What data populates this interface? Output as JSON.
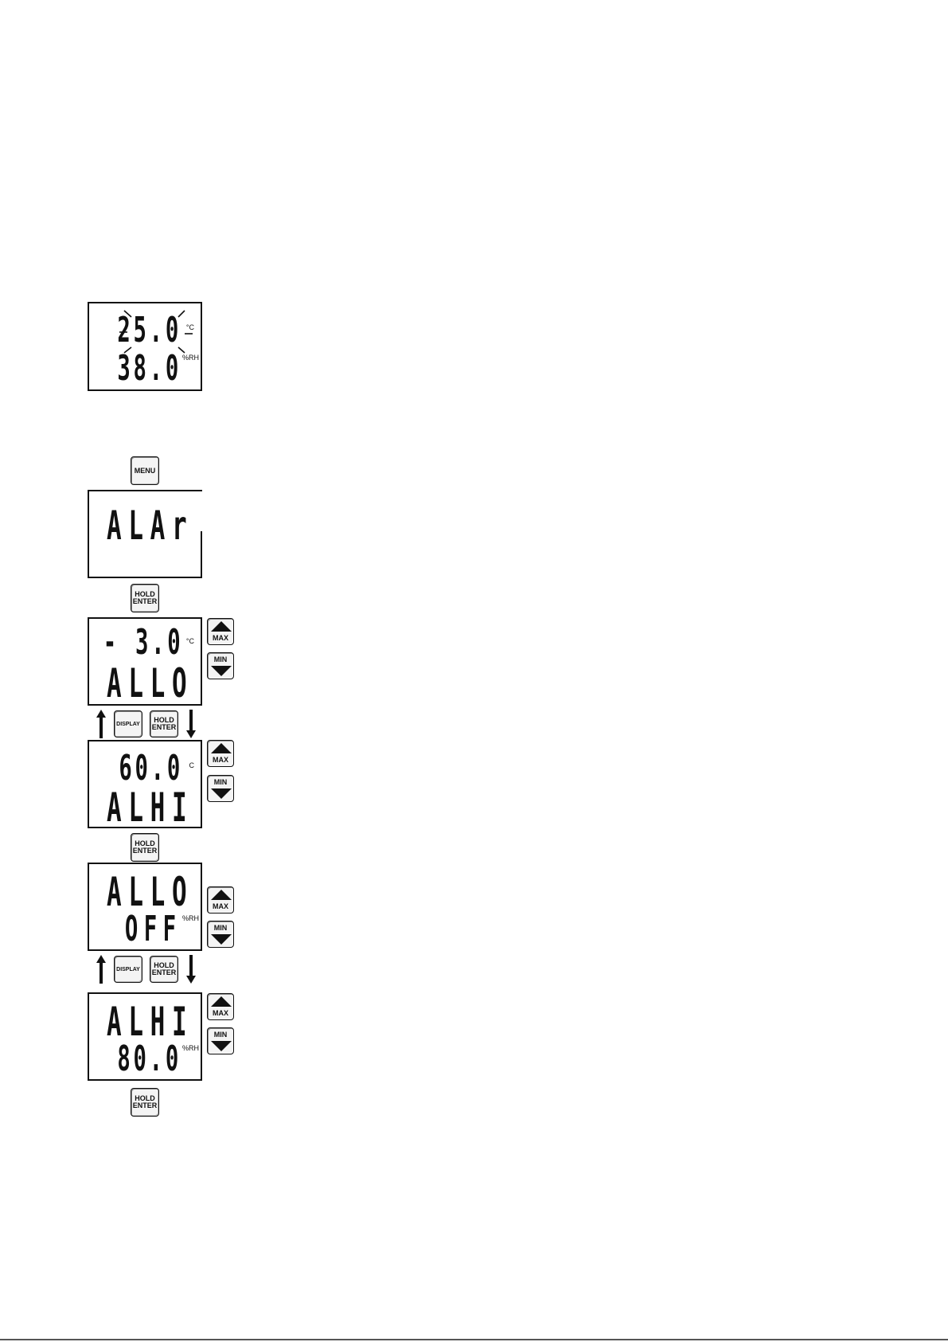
{
  "screens": {
    "main": {
      "temp": "25.0",
      "temp_unit": "°C",
      "humidity": "38.0",
      "humidity_unit": "%RH"
    },
    "alarm_menu": {
      "text": "ALAr"
    },
    "temp_alarm_low": {
      "value": "- 3.0",
      "unit": "°C",
      "label": "ALLO"
    },
    "temp_alarm_high": {
      "value": "60.0",
      "unit": "C",
      "label": "ALHI"
    },
    "rh_alarm_low": {
      "label": "ALLO",
      "value": "OFF",
      "unit": "%RH"
    },
    "rh_alarm_high": {
      "label": "ALHI",
      "value": "80.0",
      "unit": "%RH"
    }
  },
  "keys": {
    "menu": "MENU",
    "hold": "HOLD",
    "enter": "ENTER",
    "display": "DISPLAY",
    "max": "MAX",
    "min": "MIN"
  }
}
